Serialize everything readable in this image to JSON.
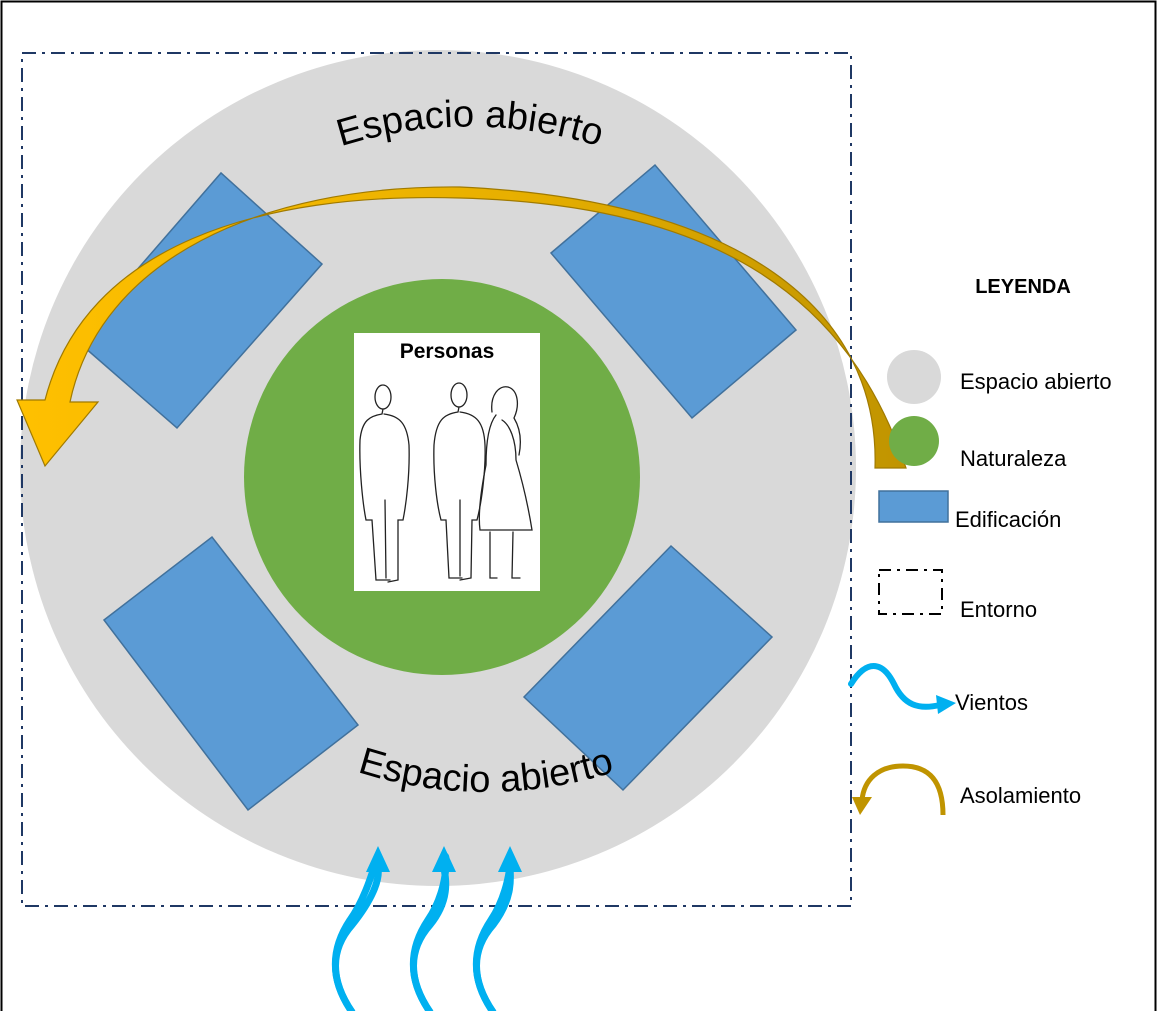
{
  "diagram": {
    "top_label": "Espacio abierto",
    "bottom_label": "Espacio abierto",
    "people_label": "Personas"
  },
  "legend": {
    "title": "LEYENDA",
    "items": [
      {
        "label": "Espacio abierto",
        "icon": "gray-circle-icon",
        "color": "#d9d9d9"
      },
      {
        "label": "Naturaleza",
        "icon": "green-circle-icon",
        "color": "#70ad47"
      },
      {
        "label": "Edificación",
        "icon": "blue-rect-icon",
        "color": "#5b9bd5"
      },
      {
        "label": "Entorno",
        "icon": "dash-dot-box-icon",
        "color": "#000000"
      },
      {
        "label": "Vientos",
        "icon": "wind-arrow-icon",
        "color": "#00b0f0"
      },
      {
        "label": "Asolamiento",
        "icon": "sun-arc-arrow-icon",
        "color": "#c9a000"
      }
    ]
  },
  "colors": {
    "open_space": "#d9d9d9",
    "nature": "#70ad47",
    "building": "#5b9bd5",
    "building_stroke": "#41719c",
    "boundary": "#1f3864",
    "wind": "#00b0f0",
    "sun_gold": "#c09400",
    "sun_yellow": "#ffc000"
  }
}
